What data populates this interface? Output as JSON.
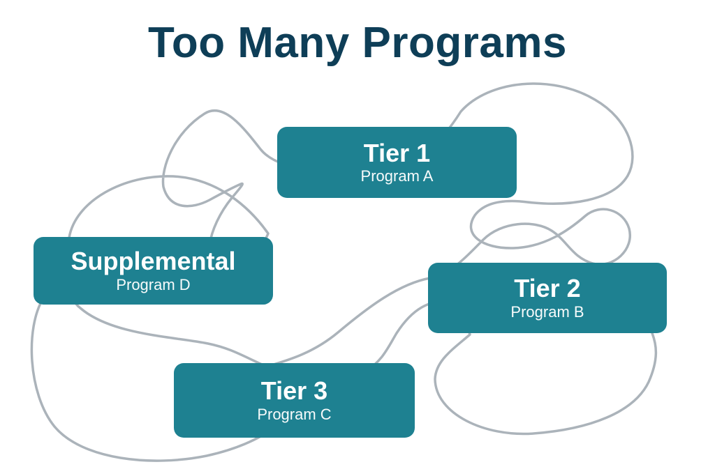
{
  "title": "Too Many Programs",
  "colors": {
    "background": "#ffffff",
    "box_fill": "#1e8191",
    "box_text": "#ffffff",
    "title_text": "#0e3e57",
    "scribble_line": "#abb3ba"
  },
  "nodes": [
    {
      "label": "Tier 1",
      "sublabel": "Program A"
    },
    {
      "label": "Supplemental",
      "sublabel": "Program D"
    },
    {
      "label": "Tier 2",
      "sublabel": "Program B"
    },
    {
      "label": "Tier 3",
      "sublabel": "Program C"
    }
  ]
}
